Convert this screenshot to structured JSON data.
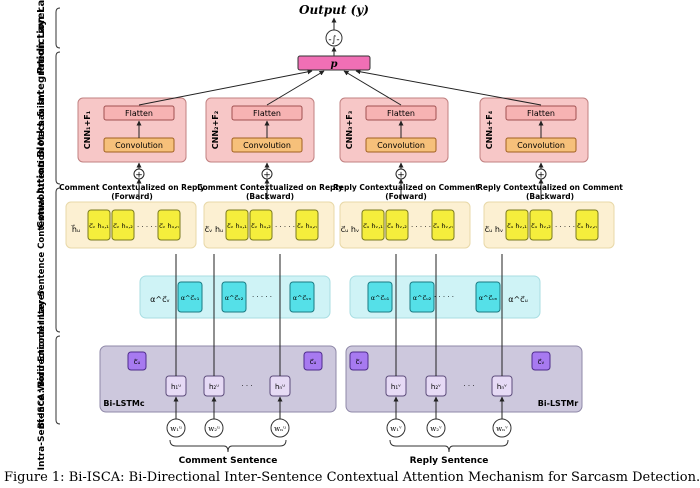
{
  "layers": {
    "prediction": "Prediction Layer",
    "convolution": "Convolution Blocks & Integration Layer",
    "attention": "Bi-ISCA: Bidirectional Inter-Sentence Contextual Attention Mechanism",
    "encoder": "Intra-Sentence Word Encoder Layer"
  },
  "output_label": "Output (y)",
  "sigmoid_symbol": "-∫-",
  "p_label": "p",
  "cnn_blocks": [
    {
      "name": "CNN₁+F₁",
      "flatten": "Flatten",
      "conv": "Convolution"
    },
    {
      "name": "CNN₂+F₂",
      "flatten": "Flatten",
      "conv": "Convolution"
    },
    {
      "name": "CNN₃+F₃",
      "flatten": "Flatten",
      "conv": "Convolution"
    },
    {
      "name": "CNN₄+F₄",
      "flatten": "Flatten",
      "conv": "Convolution"
    }
  ],
  "context_titles": [
    {
      "line1": "Comment Contextualized on Reply",
      "line2": "(Forward)"
    },
    {
      "line1": "Comment Contextualized on Reply",
      "line2": "(Backward)"
    },
    {
      "line1": "Reply Contextualized on Comment",
      "line2": "(Forward)"
    },
    {
      "line1": "Reply Contextualized on Comment",
      "line2": "(Backward)"
    }
  ],
  "context_groups": [
    {
      "side": "h⃗ᵤ",
      "cells": [
        "c⃗ᵥ hᵤ,₁",
        "c⃗ᵥ hᵤ,₂",
        "c⃗ᵥ hᵤ,ₙ"
      ]
    },
    {
      "side": "c⃖ᵥ hᵤ",
      "cells": [
        "c⃖ᵥ hᵤ,₁",
        "c⃖ᵥ hᵤ,₂",
        "c⃖ᵥ hᵤ,ₙ"
      ]
    },
    {
      "side": "c⃗ᵤ hᵥ",
      "cells": [
        "c⃗ᵤ hᵥ,₁",
        "c⃗ᵤ hᵥ,₂",
        "c⃗ᵤ hᵥ,ₙ"
      ]
    },
    {
      "side": "c⃖ᵤ hᵥ",
      "cells": [
        "c⃖ᵤ hᵥ,₁",
        "c⃖ᵤ hᵥ,₂",
        "c⃖ᵤ hᵥ,ₙ"
      ]
    }
  ],
  "ellipsis": "· · · · ·",
  "attention_labels": {
    "left": "α^c⃗ᵥ",
    "right": "α^c⃗ᵤ",
    "left_cells": [
      "α^c⃗ᵥ₁",
      "α^c⃗ᵥ₂",
      "α^c⃗ᵥₙ"
    ],
    "right_cells": [
      "α^c⃗ᵤ₁",
      "α^c⃗ᵤ₂",
      "α^c⃗ᵤₙ"
    ]
  },
  "encoders": [
    {
      "name": "Bi-LSTMc",
      "ctx_left": "c⃖ᵤ",
      "ctx_right": "c⃗ᵤ",
      "hidden": [
        "h₁ᵘ",
        "h₂ᵘ",
        "hₙᵘ"
      ],
      "words": [
        "w₁ᵘ",
        "w₂ᵘ",
        "wₙᵘ"
      ],
      "sentence": "Comment Sentence"
    },
    {
      "name": "Bi-LSTMr",
      "ctx_left": "c⃖ᵥ",
      "ctx_right": "c⃗ᵥ",
      "hidden": [
        "h₁ᵛ",
        "h₂ᵛ",
        "hₙᵛ"
      ],
      "words": [
        "w₁ᵛ",
        "w₂ᵛ",
        "wₙᵛ"
      ],
      "sentence": "Reply Sentence"
    }
  ],
  "caption": "Figure 1: Bi-ISCA: Bi-Directional Inter-Sentence Contextual Attention Mechanism for Sarcasm Detection."
}
